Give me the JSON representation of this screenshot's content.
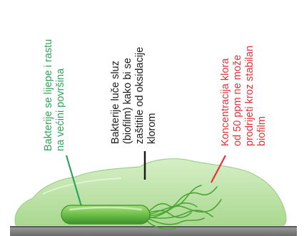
{
  "labels": {
    "green": {
      "lines": [
        "Bakterije se lijepe i rastu",
        "na većini površina"
      ],
      "color": "#2fa35a"
    },
    "black": {
      "lines": [
        "Bakterije luče sluz",
        "(biofilm) kako bi se",
        "zaštitile od oksidacije",
        "klorom"
      ],
      "color": "#1a1a1a"
    },
    "red": {
      "lines": [
        "Koncentracija klora",
        "od 50 ppm ne može",
        "prodrijeti kroz stabilan",
        "biofilm"
      ],
      "color": "#e2333b"
    }
  },
  "colors": {
    "biofilm": "#bde4a8",
    "biofilm_edge": "#9fd08a",
    "bacterium": "#6cc04a",
    "bacterium_dark": "#3e8f2a",
    "flagella": "#4aa832",
    "surface": "#7f7f7f",
    "surface_dark": "#555555"
  }
}
